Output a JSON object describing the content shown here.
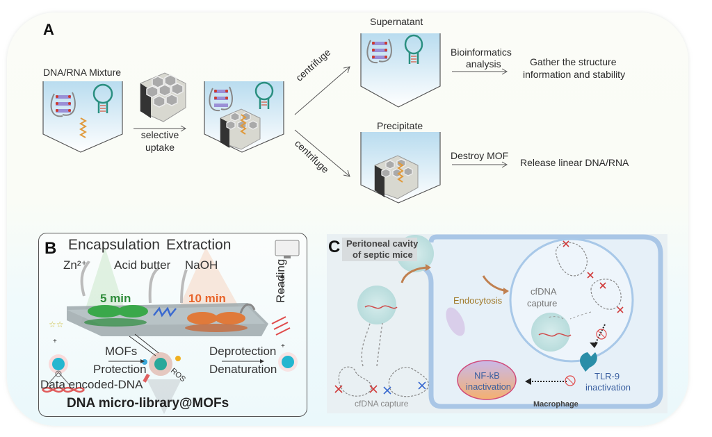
{
  "figure": {
    "panel_a": {
      "letter": "A",
      "mixture_label": "DNA/RNA Mixture",
      "uptake_label_line1": "selective",
      "uptake_label_line2": "uptake",
      "centrifuge_up": "centrifuge",
      "centrifuge_down": "centrifuge",
      "supernatant_label": "Supernatant",
      "precipitate_label": "Precipitate",
      "bioinfo_line1": "Bioinformatics",
      "bioinfo_line2": "analysis",
      "gather_line1": "Gather the structure",
      "gather_line2": "information and stability",
      "destroy_label": "Destroy MOF",
      "release_label": "Release linear DNA/RNA"
    },
    "panel_b": {
      "letter": "B",
      "encapsulation": "Encapsulation",
      "extraction": "Extraction",
      "zn": "Zn²⁺",
      "acid_buffer": "Acid butter",
      "naoh": "NaOH",
      "time_green": "5 min",
      "time_orange": "10 min",
      "reading": "Reading",
      "mofs": "MOFs",
      "protection": "Protection",
      "ros": "ROS",
      "deprotection": "Deprotection",
      "denaturation": "Denaturation",
      "data_dna": "Data encoded-DNA",
      "footer": "DNA micro-library@MOFs"
    },
    "panel_c": {
      "letter": "C",
      "header_line1": "Peritoneal cavity",
      "header_line2": "of septic mice",
      "endocytosis": "Endocytosis",
      "cfdna_capture_inner_line1": "cfDNA",
      "cfdna_capture_inner_line2": "capture",
      "cfdna_capture_outer": "cfDNA capture",
      "nfkb_line1": "NF-kB",
      "nfkb_line2": "inactivation",
      "tlr_line1": "TLR-9",
      "tlr_line2": "inactivation",
      "macrophage": "Macrophage"
    },
    "colors": {
      "green_time": "#2e8b3a",
      "orange_time": "#e8642a",
      "endocytosis": "#a07a2a",
      "tlr": "#3a5fa0",
      "teal": "#2a8f80",
      "orange_dna": "#e09a3c"
    }
  }
}
